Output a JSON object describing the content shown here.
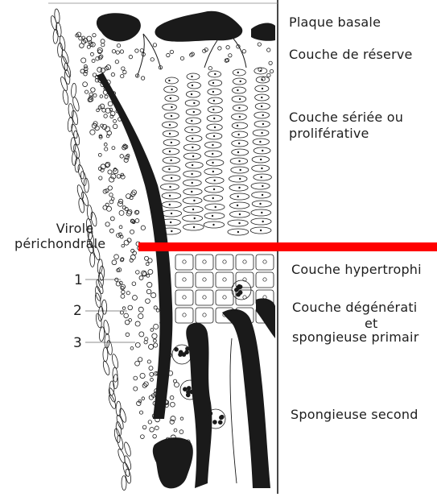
{
  "labels_right": {
    "plaque_basale": "Plaque basale",
    "couche_reserve": "Couche de réserve",
    "couche_seriee_1": "Couche sériée ou",
    "couche_seriee_2": "proliférative",
    "couche_hypertrophique": "Couche hypertrophi",
    "couche_degenerative": "Couche dégénérati",
    "et": "et",
    "spongieuse_primaire": "spongieuse primair",
    "spongieuse_secondaire": "Spongieuse second"
  },
  "labels_left": {
    "virole_1": "Virole",
    "virole_2": "périchondrale",
    "n1": "1",
    "n2": "2",
    "n3": "3"
  },
  "colors": {
    "ink": "#1a1a1a",
    "highlight_bar": "#ff0000",
    "background": "#ffffff"
  }
}
